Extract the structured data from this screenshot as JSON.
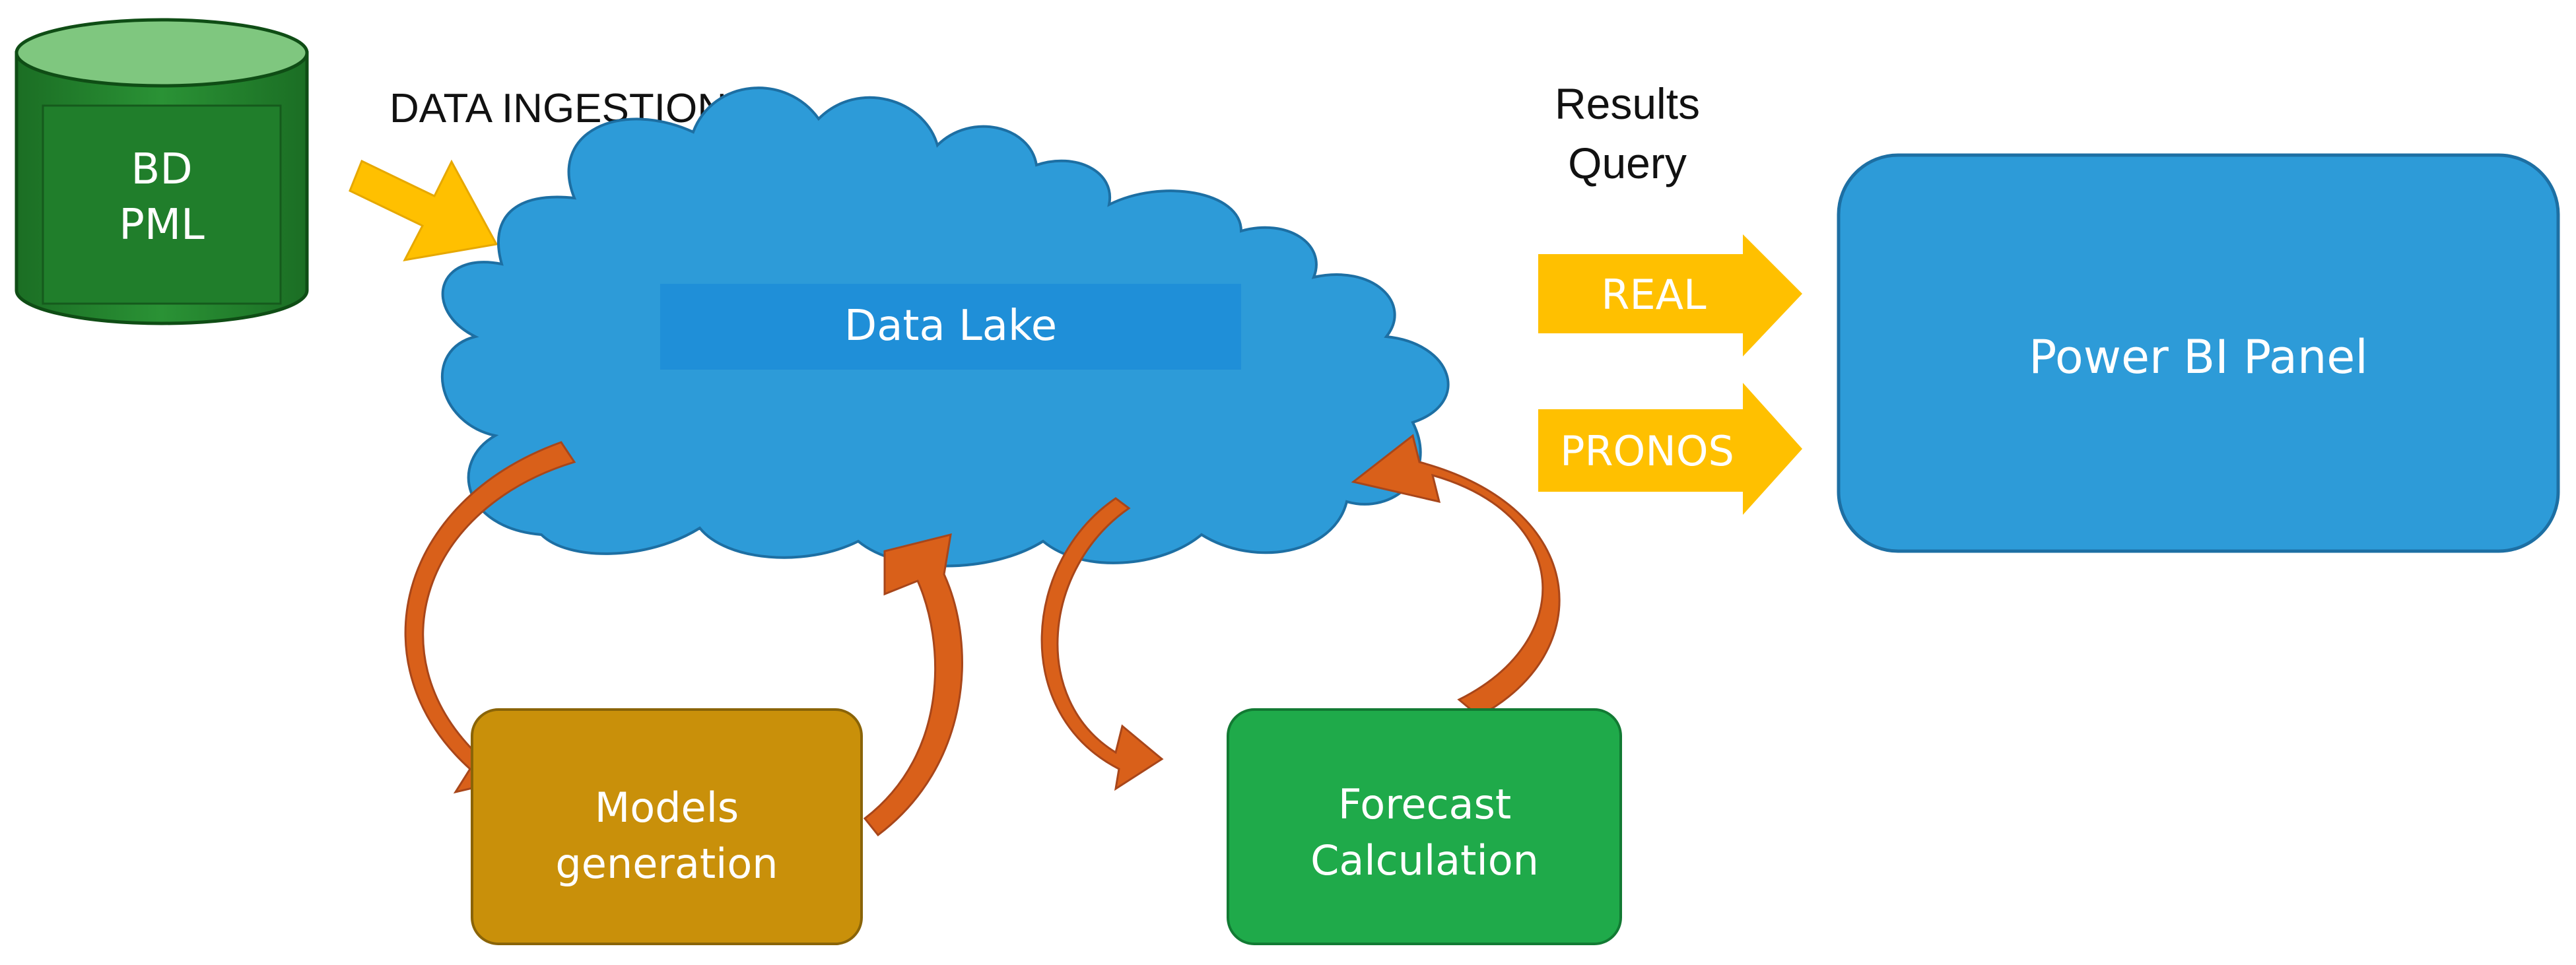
{
  "database": {
    "label_line1": "BD",
    "label_line2": "PML",
    "color": "#1f7f2a"
  },
  "ingestion": {
    "label": "DATA INGESTION",
    "arrow_color": "#ffc000"
  },
  "data_lake": {
    "label": "Data Lake",
    "color": "#2d9bd8"
  },
  "results_query": {
    "label_line1": "Results",
    "label_line2": "Query"
  },
  "outputs": [
    {
      "label": "REAL"
    },
    {
      "label": "PRONOS"
    }
  ],
  "power_bi": {
    "label": "Power BI Panel",
    "color": "#2d9bd8"
  },
  "models": {
    "label_line1": "Models",
    "label_line2": "generation",
    "color": "#c9900a"
  },
  "forecast": {
    "label_line1": "Forecast",
    "label_line2": "Calculation",
    "color": "#1faa4a"
  },
  "loop_arrow_color": "#d9601a"
}
